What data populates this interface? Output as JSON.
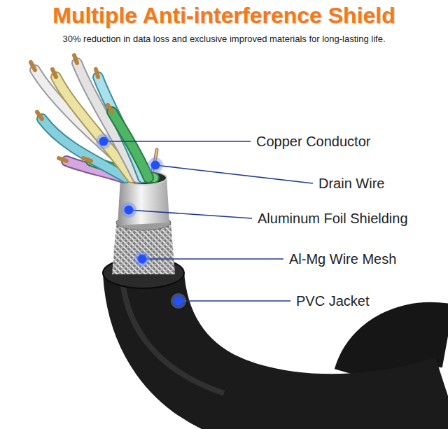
{
  "diagram": {
    "title": "Multiple Anti-interference Shield",
    "labels": [
      "30% reduction in data loss and exclusive improved materials for long-lasting life.",
      "Copper Conductor",
      "Drain Wire",
      "Aluminum Foil Shielding",
      "Al-Mg Wire Mesh",
      "PVC Jacket"
    ]
  }
}
